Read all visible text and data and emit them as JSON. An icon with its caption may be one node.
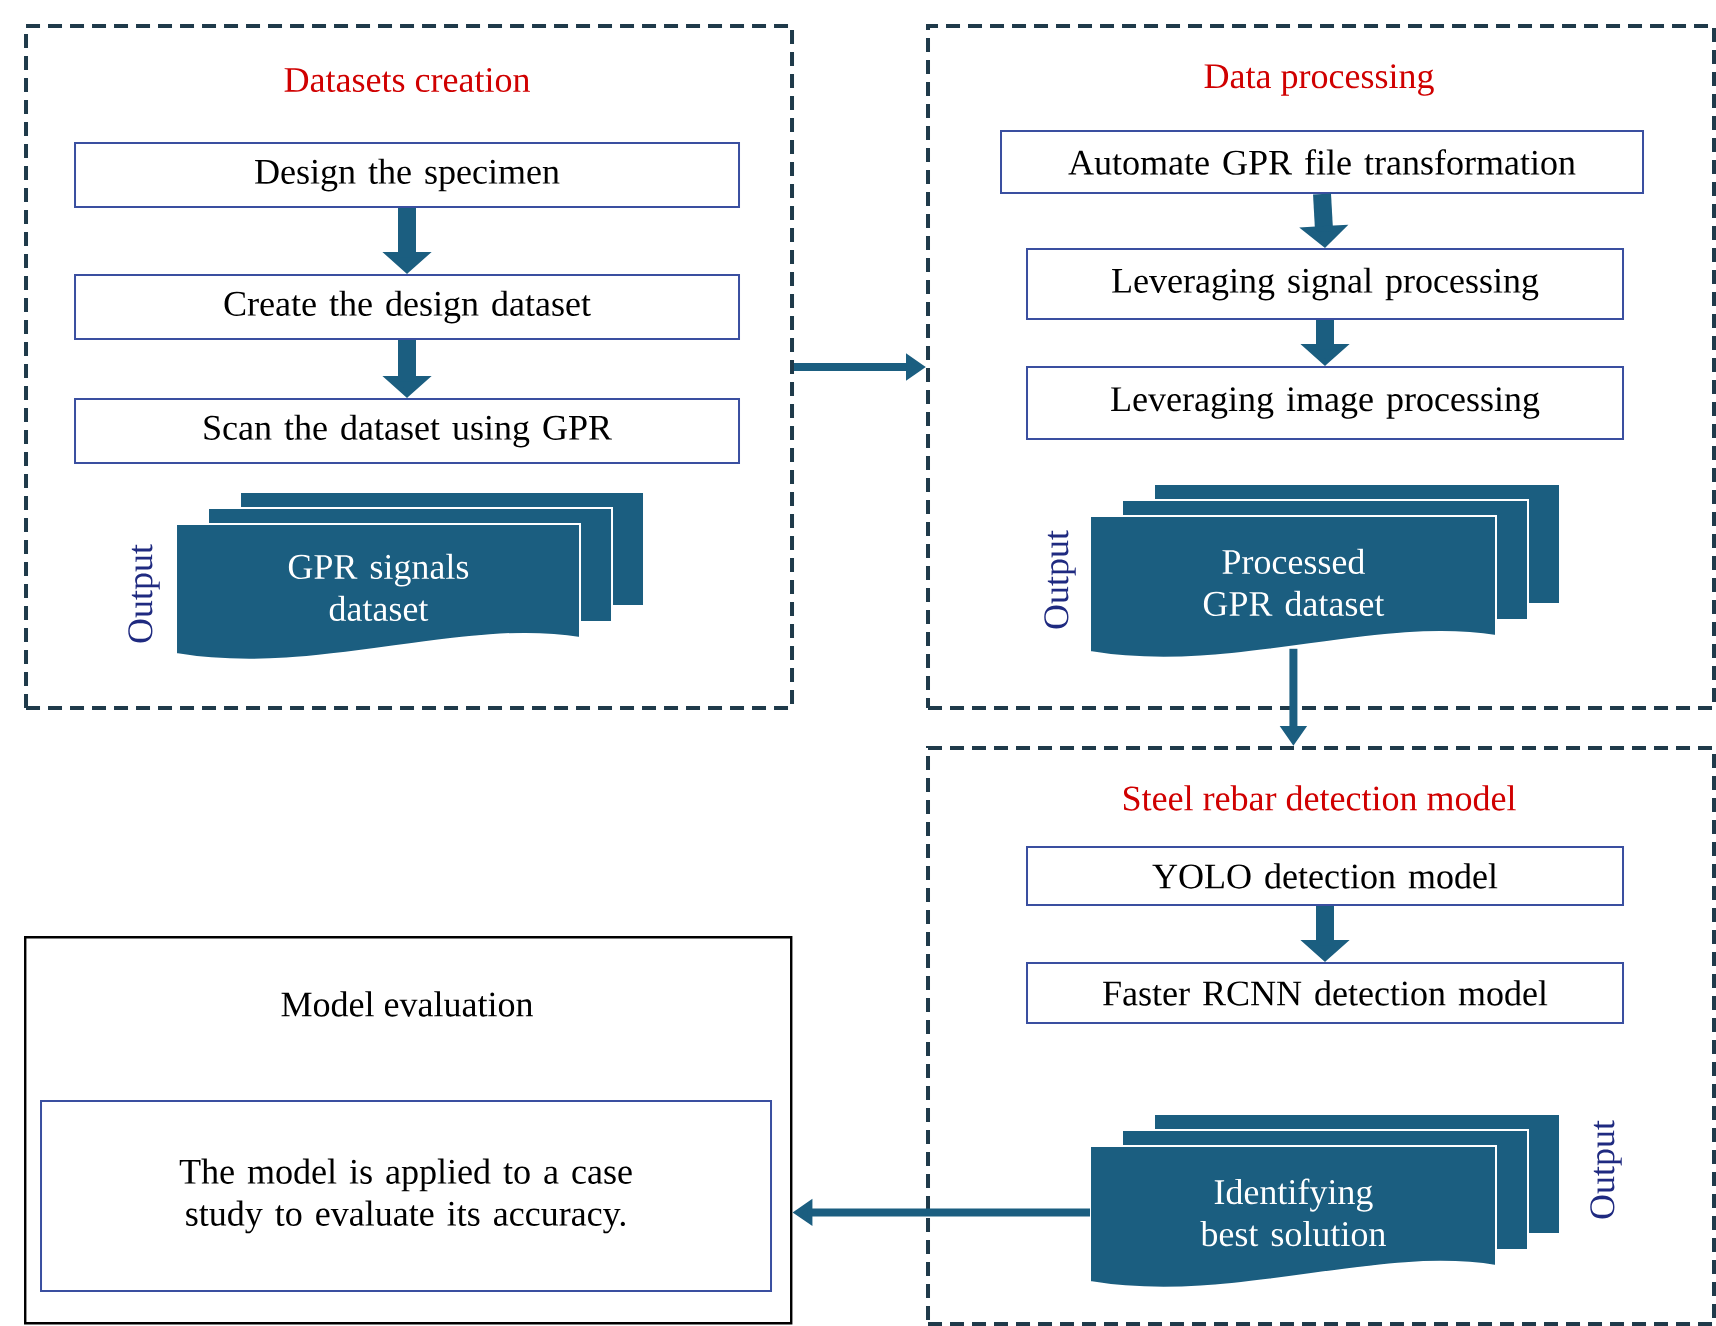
{
  "diagram": {
    "nodes": [
      {
        "text": [
          "Datasets creation"
        ]
      },
      {
        "text": [
          "Design the specimen"
        ],
        "in": 0
      },
      {
        "text": [
          "Create the design dataset"
        ],
        "in": 0
      },
      {
        "text": [
          "Scan the dataset using GPR"
        ],
        "in": 0
      },
      {
        "text": [
          "GPR signals dataset"
        ],
        "beside": [
          "Output"
        ],
        "in": 0
      },
      {
        "text": [
          "Data processing"
        ]
      },
      {
        "text": [
          "Automate GPR file transformation"
        ],
        "in": 5
      },
      {
        "text": [
          "Leveraging signal processing"
        ],
        "in": 5
      },
      {
        "text": [
          "Leveraging image processing"
        ],
        "in": 5
      },
      {
        "text": [
          "Processed GPR dataset"
        ],
        "beside": [
          "Output"
        ],
        "in": 5
      },
      {
        "text": [
          "Steel rebar detection model"
        ]
      },
      {
        "text": [
          "YOLO detection model"
        ],
        "in": 10
      },
      {
        "text": [
          "Faster RCNN detection model"
        ],
        "in": 10
      },
      {
        "text": [
          "Identifying best solution"
        ],
        "beside": [
          "Output"
        ],
        "in": 10
      },
      {
        "text": [
          "Model evaluation"
        ]
      },
      {
        "text": [
          "The model is applied to a case study to evaluate its accuracy."
        ],
        "in": 14
      }
    ],
    "edges": [
      {
        "from": 1,
        "to": 2,
        "arrow": "to"
      },
      {
        "from": 2,
        "to": 3,
        "arrow": "to"
      },
      {
        "from": 0,
        "to": 5,
        "arrow": "to"
      },
      {
        "from": 6,
        "to": 7,
        "arrow": "to"
      },
      {
        "from": 7,
        "to": 8,
        "arrow": "to"
      },
      {
        "from": 9,
        "to": 10,
        "arrow": "to"
      },
      {
        "from": 11,
        "to": 12,
        "arrow": "to"
      },
      {
        "from": 13,
        "to": 14,
        "arrow": "to"
      }
    ]
  }
}
